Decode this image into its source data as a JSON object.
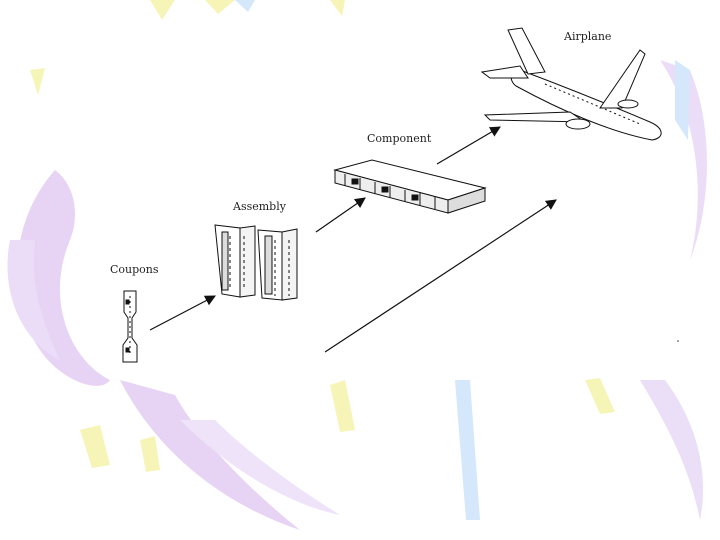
{
  "diagram": {
    "stages": [
      {
        "id": "coupons",
        "label": "Coupons"
      },
      {
        "id": "assembly",
        "label": "Assembly"
      },
      {
        "id": "component",
        "label": "Component"
      },
      {
        "id": "airplane",
        "label": "Airplane"
      }
    ],
    "flows": [
      {
        "from": "coupons",
        "to": "assembly"
      },
      {
        "from": "assembly",
        "to": "component"
      },
      {
        "from": "component",
        "to": "airplane"
      },
      {
        "from": "coupons",
        "to": "airplane"
      }
    ]
  },
  "background": {
    "colors": {
      "lavender": "#e6d2f5",
      "yellow": "#f6f4b4",
      "blue": "#d3e6fb"
    }
  }
}
